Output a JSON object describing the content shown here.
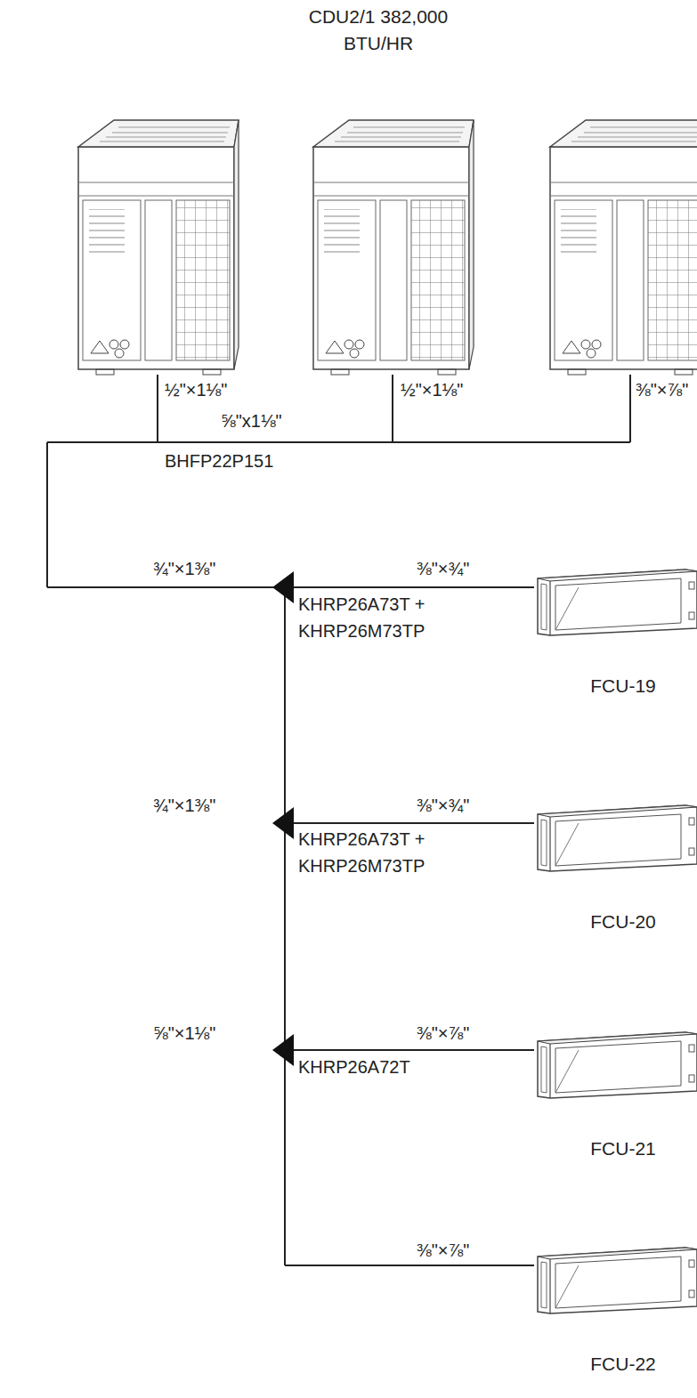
{
  "diagram": {
    "title": "CDU2/1 382,000 BTU/HR",
    "nodes": [
      {
        "text": [
          "FCU-19"
        ]
      },
      {
        "text": [
          "FCU-20"
        ]
      },
      {
        "text": [
          "FCU-21"
        ]
      },
      {
        "text": [
          "FCU-22"
        ]
      }
    ],
    "labels": [
      "½\"×1⅛\"",
      "½\"×1⅛\"",
      "⅜\"×⅞\"",
      "⅝\"x1⅛\"",
      "BHFP22P151",
      "¾\"×1⅜\"",
      "⅜\"×¾\"",
      "KHRP26A73T + KHRP26M73TP",
      "¾\"×1⅜\"",
      "⅜\"×¾\"",
      "KHRP26A73T + KHRP26M73TP",
      "⅝\"×1⅛\"",
      "⅜\"×⅞\"",
      "KHRP26A72T",
      "⅜\"×⅞\""
    ]
  }
}
